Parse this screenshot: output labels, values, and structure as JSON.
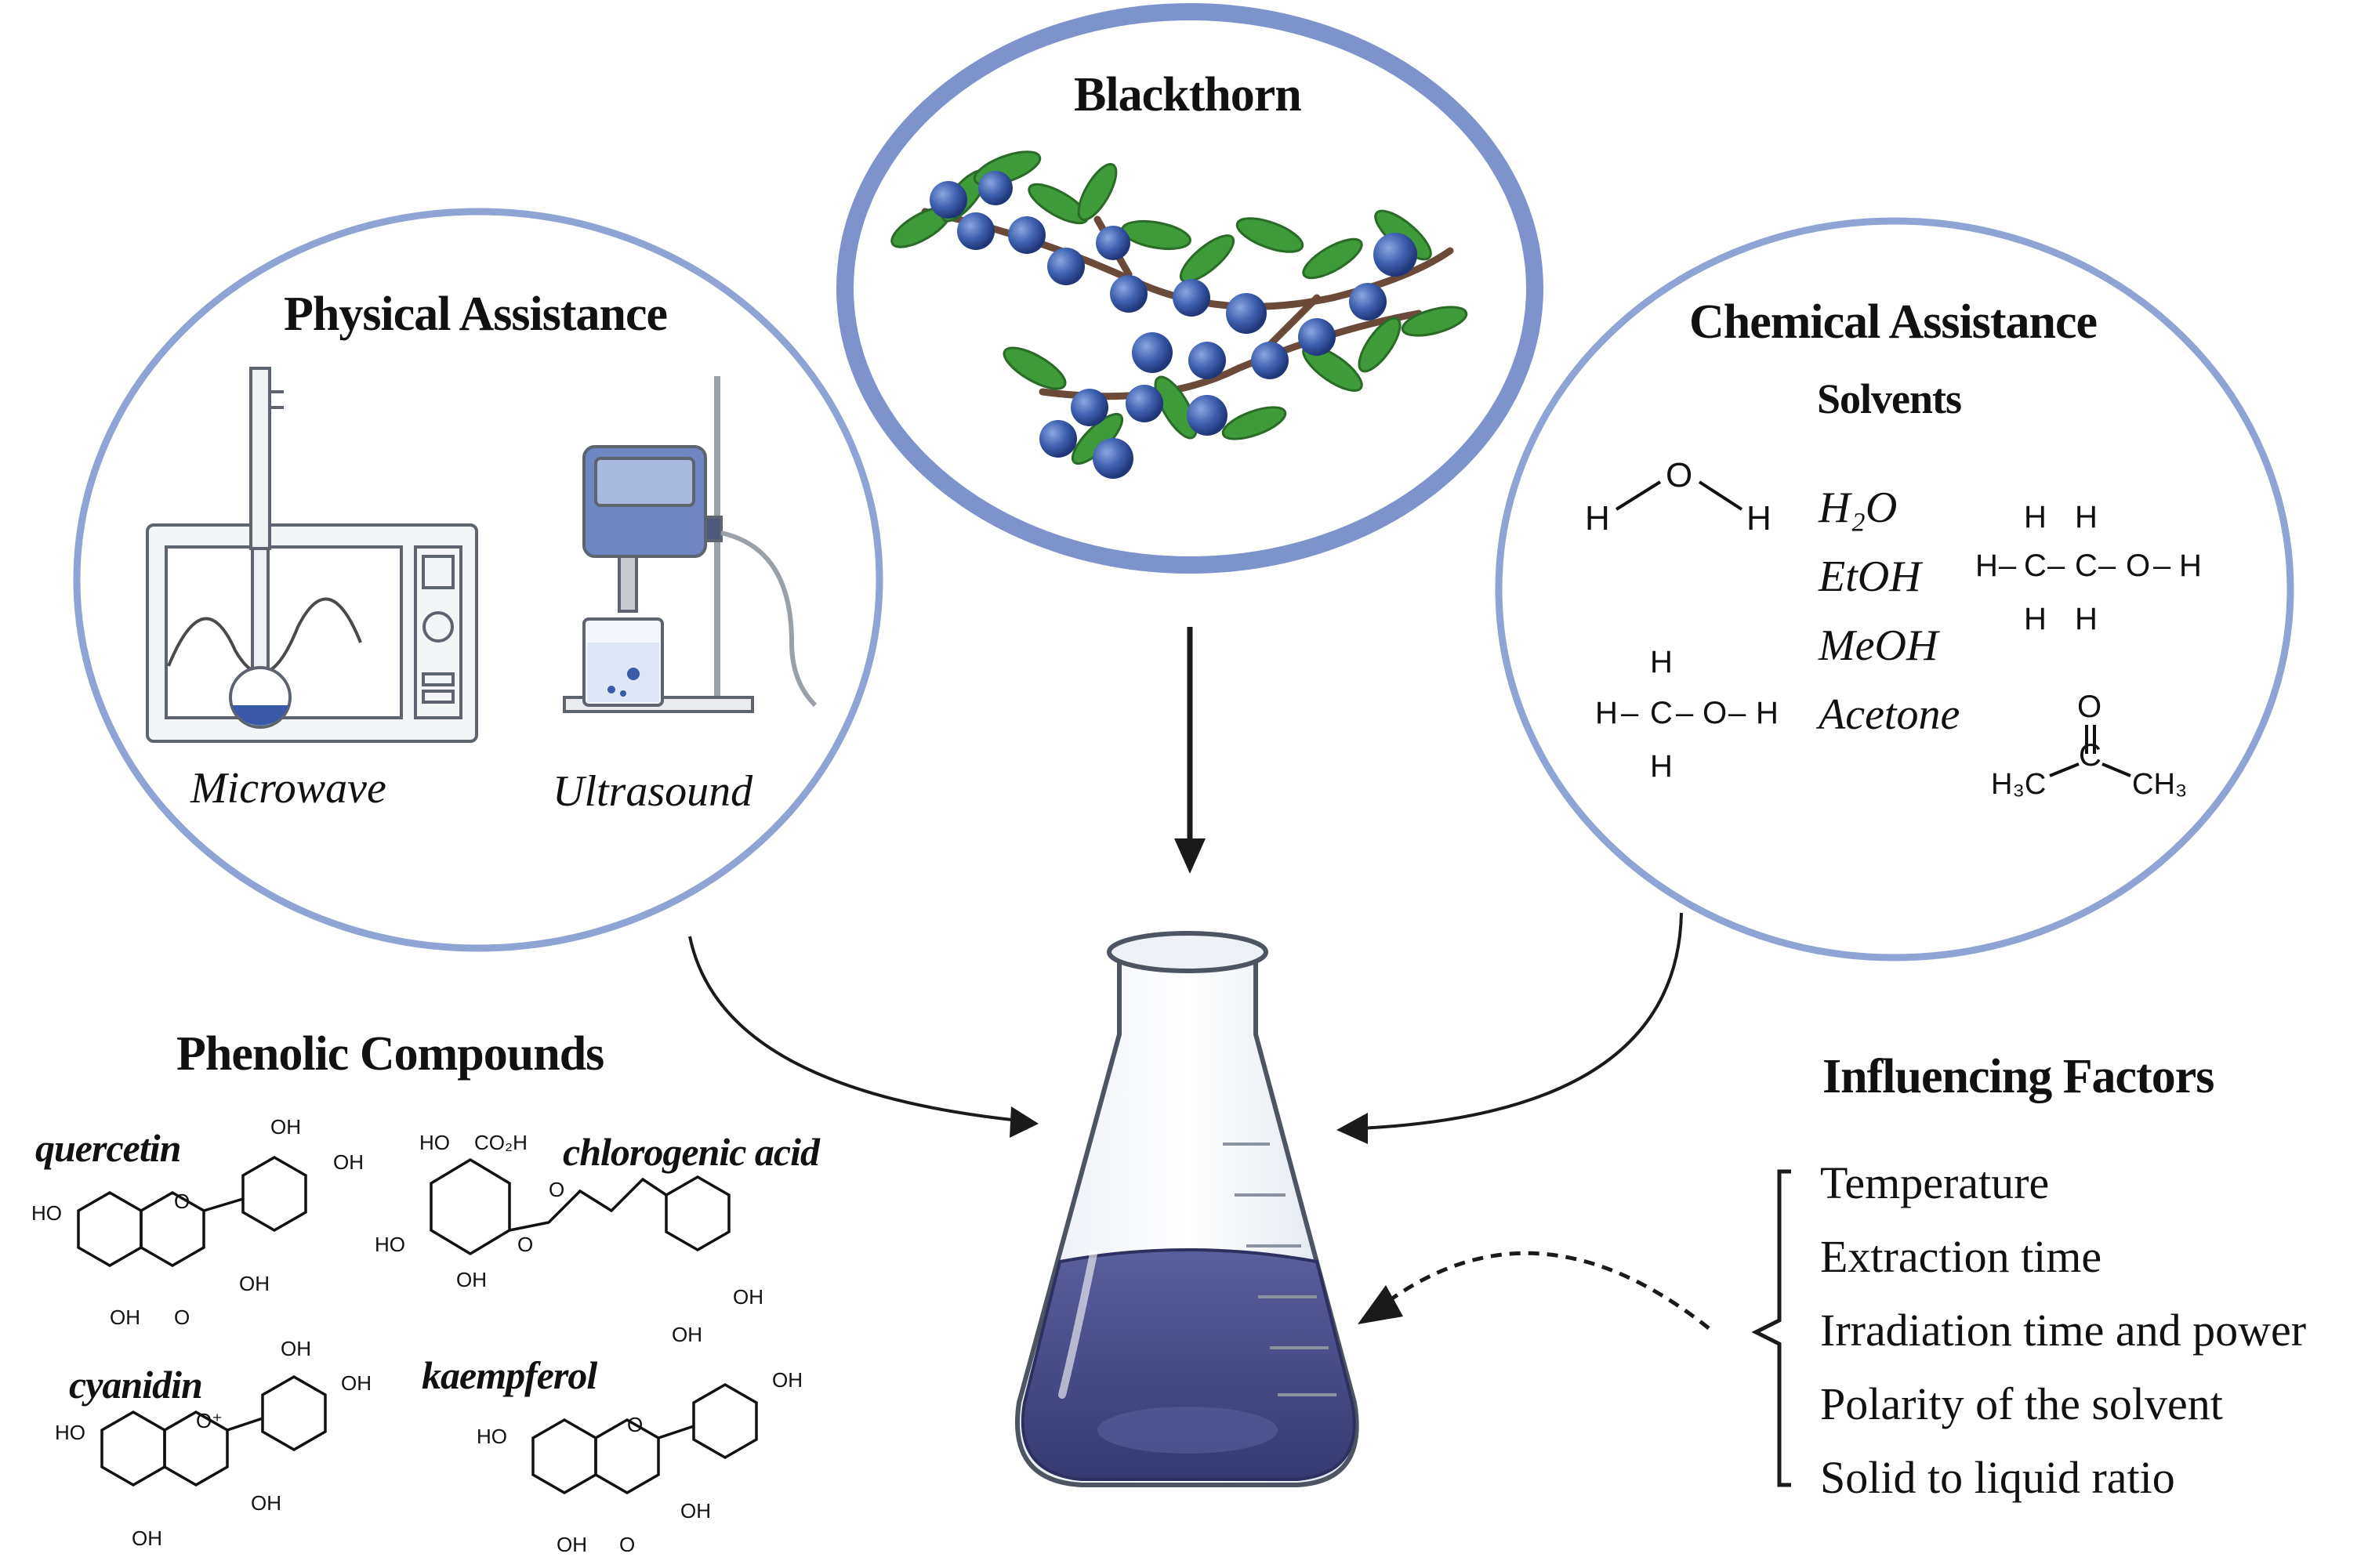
{
  "source": {
    "title": "Blackthorn"
  },
  "physical": {
    "title": "Physical Assistance",
    "methods": [
      {
        "label": "Microwave",
        "icon": "microwave-icon"
      },
      {
        "label": "Ultrasound",
        "icon": "ultrasound-icon"
      }
    ]
  },
  "chemical": {
    "title": "Chemical Assistance",
    "subtitle": "Solvents",
    "solvents": [
      {
        "formula": "H₂O"
      },
      {
        "formula": "EtOH"
      },
      {
        "formula": "MeOH"
      },
      {
        "formula": "Acetone"
      }
    ],
    "structure_atoms": {
      "H": "H",
      "O": "O",
      "C": "C",
      "bond": "–",
      "H3C": "H₃C",
      "CH3": "CH₃"
    }
  },
  "phenolics": {
    "title": "Phenolic Compounds",
    "compounds": [
      {
        "name": "quercetin",
        "groups": [
          "HO",
          "OH",
          "OH",
          "OH",
          "OH",
          "O",
          "O"
        ]
      },
      {
        "name": "chlorogenic acid",
        "groups": [
          "HO",
          "CO₂H",
          "HO",
          "OH",
          "O",
          "O",
          "OH",
          "OH"
        ]
      },
      {
        "name": "cyanidin",
        "groups": [
          "HO",
          "OH",
          "OH",
          "OH",
          "OH",
          "O⁺"
        ]
      },
      {
        "name": "kaempferol",
        "groups": [
          "HO",
          "OH",
          "OH",
          "OH",
          "O",
          "O"
        ]
      }
    ]
  },
  "factors": {
    "title": "Influencing Factors",
    "items": [
      "Temperature",
      "Extraction time",
      "Irradiation time and power",
      "Polarity of the solvent",
      "Solid to liquid ratio"
    ]
  },
  "colors": {
    "circle_stroke": "#8fa3d4",
    "circle_stroke_dark": "#7e93cc",
    "liquid": "#4a4f8c",
    "liquid_dark": "#3c4078",
    "berry": "#3a5aa8",
    "leaf": "#3f9a3a",
    "arrow": "#1a1a1a"
  }
}
